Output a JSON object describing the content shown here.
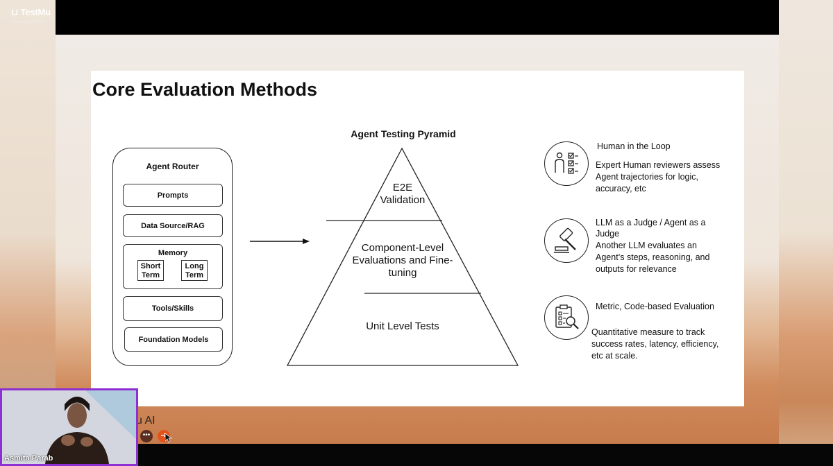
{
  "brand": {
    "name": "TestMu",
    "sub": "Formerly",
    "sub_brand": "LAMBDA"
  },
  "slide": {
    "title": "Core Evaluation Methods",
    "router": {
      "title": "Agent Router",
      "items": {
        "prompts": "Prompts",
        "data_source": "Data Source/RAG",
        "memory": "Memory",
        "short_term": "Short Term",
        "long_term": "Long Term",
        "tools": "Tools/Skills",
        "foundation": "Foundation Models"
      }
    },
    "pyramid": {
      "title": "Agent Testing Pyramid",
      "tiers": {
        "top": "E2E Validation",
        "middle": "Component-Level Evaluations and Fine-tuning",
        "bottom": "Unit Level Tests"
      }
    },
    "methods": [
      {
        "title": "Human in the Loop",
        "desc": "Expert Human reviewers assess Agent trajectories for logic, accuracy, etc",
        "icon": "human-checklist-icon"
      },
      {
        "title": "LLM as a Judge / Agent as a Judge",
        "desc": "Another LLM evaluates an Agent’s steps, reasoning, and outputs for relevance",
        "icon": "gavel-icon"
      },
      {
        "title": "Metric, Code-based Evaluation",
        "desc": "Quantitative measure to track success rates, latency, efficiency, etc at scale.",
        "icon": "report-magnifier-icon"
      }
    ]
  },
  "call": {
    "presenter_name": "Asmita Parab",
    "brand_fragment": "u AI",
    "more_label": "•••",
    "share_label": "➔"
  },
  "colors": {
    "webcam_border": "#8d2fd1",
    "share_button": "#e2531d"
  }
}
